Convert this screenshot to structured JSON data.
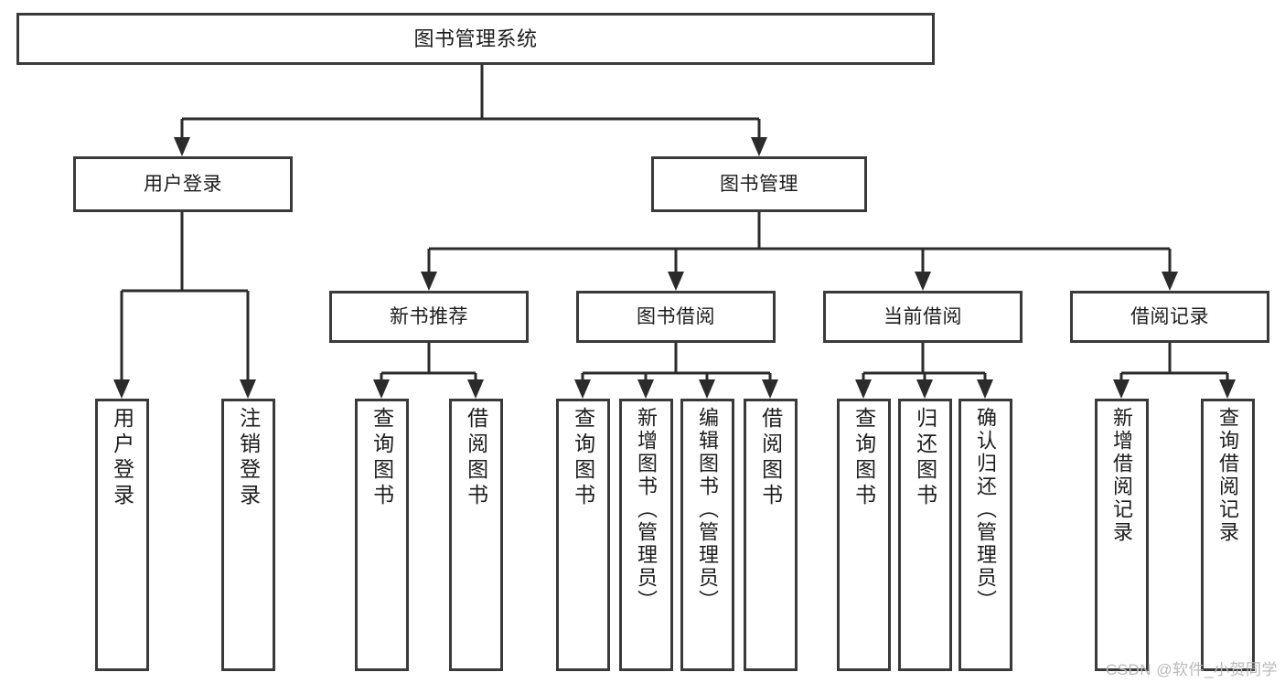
{
  "diagram": {
    "title": "图书管理系统",
    "type": "tree-hierarchy",
    "watermark": "CSDN @软件_小贺同学",
    "colors": {
      "background": "#ffffff",
      "box_border": "#3a3a3a",
      "connector": "#2b2b2b",
      "text": "#1c1c1c",
      "watermark": "#b9b9b9"
    },
    "root": {
      "id": "root",
      "label": "图书管理系统"
    },
    "level2": [
      {
        "id": "user-login",
        "label": "用户登录"
      },
      {
        "id": "book-manage",
        "label": "图书管理"
      }
    ],
    "level3": [
      {
        "id": "new-book-recommend",
        "label": "新书推荐",
        "parent": "book-manage"
      },
      {
        "id": "book-borrow",
        "label": "图书借阅",
        "parent": "book-manage"
      },
      {
        "id": "current-borrow",
        "label": "当前借阅",
        "parent": "book-manage"
      },
      {
        "id": "borrow-record",
        "label": "借阅记录",
        "parent": "book-manage"
      }
    ],
    "leaves": {
      "user-login": [
        {
          "id": "leaf-user-login",
          "label": "用户登录"
        },
        {
          "id": "leaf-user-logout",
          "label": "注销登录"
        }
      ],
      "new-book-recommend": [
        {
          "id": "leaf-query-book-1",
          "label": "查询图书"
        },
        {
          "id": "leaf-borrow-book-1",
          "label": "借阅图书"
        }
      ],
      "book-borrow": [
        {
          "id": "leaf-query-book-2",
          "label": "查询图书"
        },
        {
          "id": "leaf-add-book",
          "label": "新增图书（管理员）"
        },
        {
          "id": "leaf-edit-book",
          "label": "编辑图书（管理员）"
        },
        {
          "id": "leaf-borrow-book-2",
          "label": "借阅图书"
        }
      ],
      "current-borrow": [
        {
          "id": "leaf-query-book-3",
          "label": "查询图书"
        },
        {
          "id": "leaf-return-book",
          "label": "归还图书"
        },
        {
          "id": "leaf-confirm-return",
          "label": "确认归还（管理员）"
        }
      ],
      "borrow-record": [
        {
          "id": "leaf-add-record",
          "label": "新增借阅记录"
        },
        {
          "id": "leaf-query-record",
          "label": "查询借阅记录"
        }
      ]
    }
  }
}
